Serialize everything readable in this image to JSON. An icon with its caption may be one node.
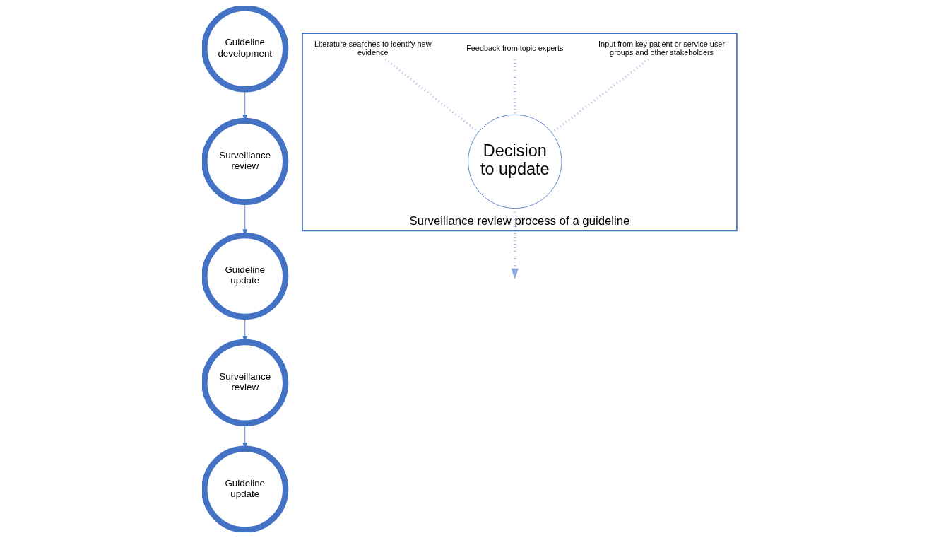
{
  "diagram": {
    "nodes": [
      {
        "text": [
          "Guideline development"
        ]
      },
      {
        "text": [
          "Surveillance review"
        ]
      },
      {
        "text": [
          "Guideline update"
        ]
      },
      {
        "text": [
          "Surveillance review"
        ]
      },
      {
        "text": [
          "Guideline update"
        ]
      },
      {
        "text": [
          "Surveillance review process of a guideline"
        ]
      },
      {
        "text": [
          "Decision to update"
        ],
        "in": 5
      },
      {
        "text": [
          "Input from key patient or service user groups and other stakeholders"
        ],
        "in": 5
      },
      {
        "text": [
          "Feedback from topic experts"
        ],
        "in": 5
      },
      {
        "text": [
          "Literature searches to identify new evidence"
        ],
        "in": 5
      }
    ],
    "edges": [
      {
        "from": 0,
        "to": 1,
        "arrow": "to"
      },
      {
        "from": 1,
        "to": 2,
        "arrow": "to"
      },
      {
        "from": 2,
        "to": 3,
        "arrow": "to"
      },
      {
        "from": 3,
        "to": 4,
        "arrow": "to"
      },
      {
        "from": 7,
        "to": 6,
        "arrow": "none",
        "style": "dashed"
      },
      {
        "from": 8,
        "to": 6,
        "arrow": "none",
        "style": "dashed"
      },
      {
        "from": 9,
        "to": 6,
        "arrow": "none",
        "style": "dashed"
      },
      {
        "from": 6,
        "to": null,
        "arrow": "to",
        "style": "dashed"
      }
    ]
  }
}
